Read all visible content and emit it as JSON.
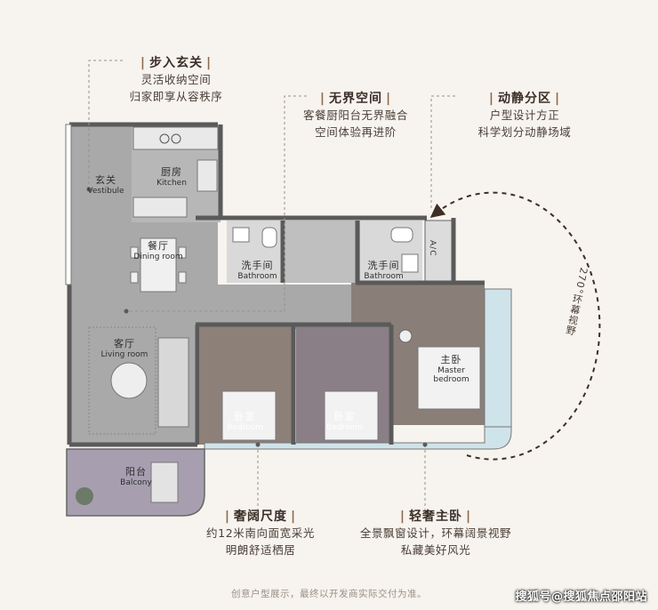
{
  "colors": {
    "background": "#f7f3ee",
    "wall": "#5a5a5a",
    "floor_gray": "#a9a9a9",
    "bedroom1": "#8c8078",
    "bedroom2": "#8a7f86",
    "master": "#8a7f78",
    "balcony": "#a79fb0",
    "glass": "#cfe3ea",
    "accent": "#8a6a4a"
  },
  "callouts": {
    "entry": {
      "title": "步入玄关",
      "lines": [
        "灵活收纳空间",
        "归家即享从容秩序"
      ]
    },
    "open": {
      "title": "无界空间",
      "lines": [
        "客餐厨阳台无界融合",
        "空间体验再进阶"
      ]
    },
    "zoning": {
      "title": "动静分区",
      "lines": [
        "户型设计方正",
        "科学划分动静场域"
      ]
    },
    "wide": {
      "title": "奢阔尺度",
      "lines": [
        "约12米南向面宽采光",
        "明朗舒适栖居"
      ]
    },
    "master": {
      "title": "轻奢主卧",
      "lines": [
        "全景飘窗设计，环幕阔景视野",
        "私藏美好风光"
      ]
    }
  },
  "rooms": {
    "vestibule": {
      "zh": "玄关",
      "en": "Vestibule"
    },
    "kitchen": {
      "zh": "厨房",
      "en": "Kitchen"
    },
    "dining": {
      "zh": "餐厅",
      "en": "Dining room"
    },
    "bath1": {
      "zh": "洗手间",
      "en": "Bathroom"
    },
    "bath2": {
      "zh": "洗手间",
      "en": "Bathroom"
    },
    "living": {
      "zh": "客厅",
      "en": "Living room"
    },
    "bedroom1": {
      "zh": "卧室",
      "en": "Bedroom"
    },
    "bedroom2": {
      "zh": "卧室",
      "en": "Bedroom"
    },
    "master": {
      "zh": "主卧",
      "en_1": "Master",
      "en_2": "bedroom"
    },
    "balcony": {
      "zh": "阳台",
      "en": "Balcony"
    },
    "ac": "A/C"
  },
  "view_label": "270°环幕视野",
  "disclaimer": "创意户型展示，最终以开发商实际交付为准。",
  "watermark": "搜狐号@搜狐焦点邵阳站"
}
